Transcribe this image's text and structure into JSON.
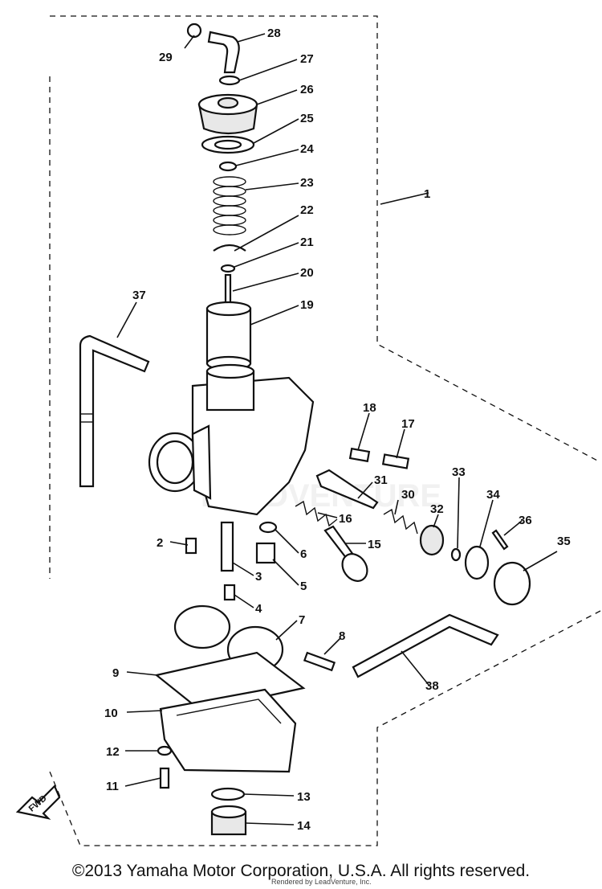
{
  "diagram": {
    "assembly_label": "1",
    "fwd_label": "FWD",
    "watermark": "LEADVENTURE",
    "callouts": [
      "2",
      "3",
      "4",
      "5",
      "6",
      "7",
      "8",
      "9",
      "10",
      "11",
      "12",
      "13",
      "14",
      "15",
      "16",
      "17",
      "18",
      "19",
      "20",
      "21",
      "22",
      "23",
      "24",
      "25",
      "26",
      "27",
      "28",
      "29",
      "30",
      "31",
      "32",
      "33",
      "34",
      "35",
      "36",
      "37",
      "38"
    ]
  },
  "footer": {
    "copyright": "©2013 Yamaha Motor Corporation, U.S.A. All rights reserved.",
    "rendered_by": "Rendered by LeadVenture, Inc."
  }
}
